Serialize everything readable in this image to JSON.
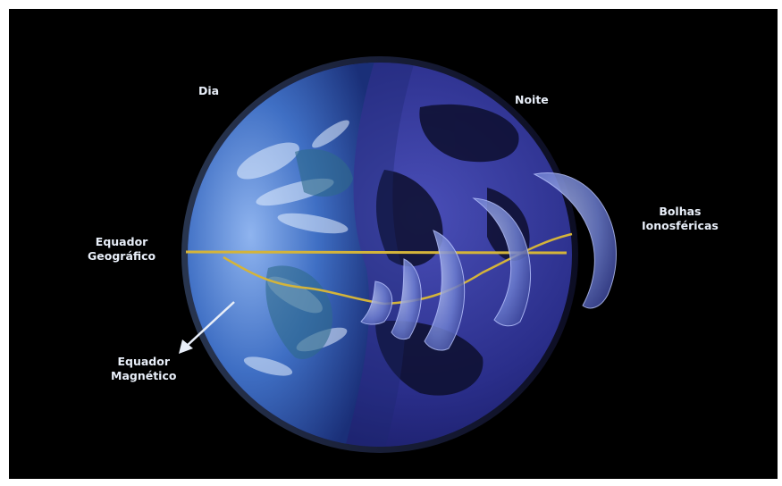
{
  "labels": {
    "day": "Dia",
    "night": "Noite",
    "bubbles": [
      "Bolhas",
      "Ionosféricas"
    ],
    "geographic_equator": [
      "Equador",
      "Geográfico"
    ],
    "magnetic_equator": [
      "Equador",
      "Magnético"
    ]
  },
  "colors": {
    "background": "#000000",
    "frame": "#ffffff",
    "ocean_day": "#3f6fc4",
    "night_side": "#2a2e8a",
    "equator_line": "#d4b43a",
    "bubble": "#8a9ae0",
    "label_text": "#e8eef8"
  }
}
